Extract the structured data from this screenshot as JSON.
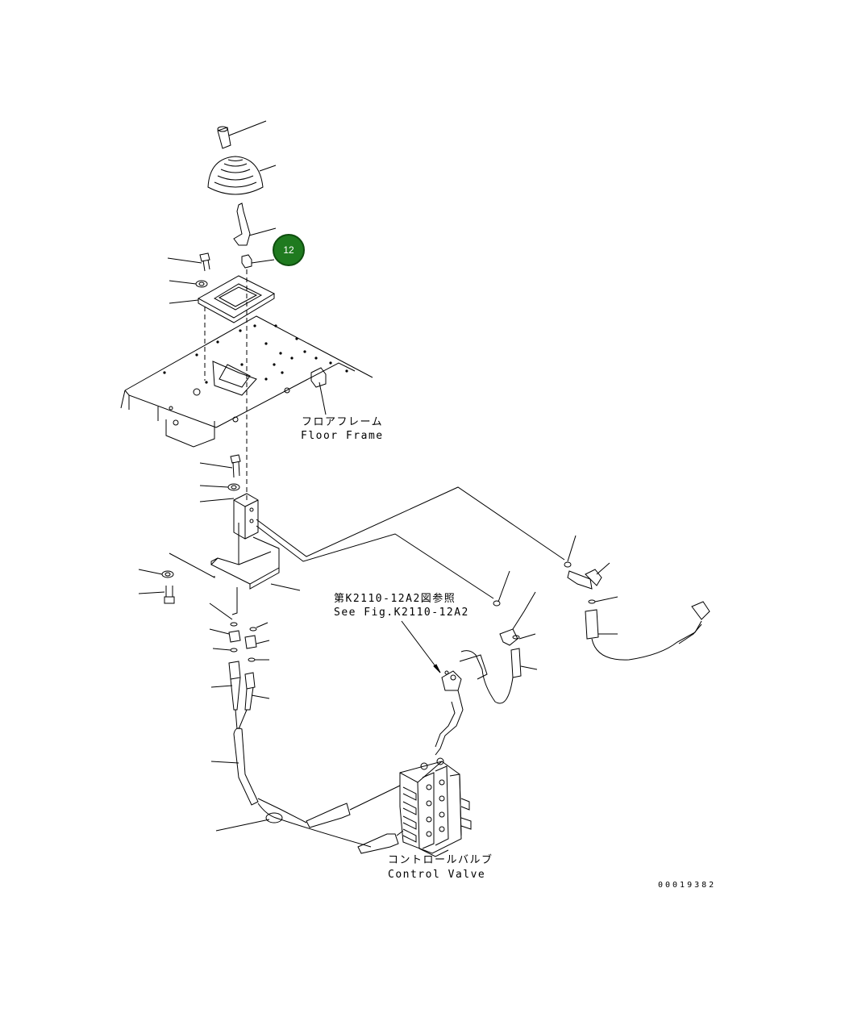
{
  "diagram": {
    "reference_badge": {
      "label": "12",
      "color": "#1f7a1f"
    },
    "labels": {
      "floor_frame_jp": "フロアフレーム",
      "floor_frame_en": "Floor Frame",
      "see_fig_jp": "第K2110-12A2図参照",
      "see_fig_en": "See Fig.K2110-12A2",
      "control_valve_jp": "コントロールバルブ",
      "control_valve_en": "Control Valve"
    },
    "drawing_number": "00019382",
    "line_color": "#000000"
  }
}
